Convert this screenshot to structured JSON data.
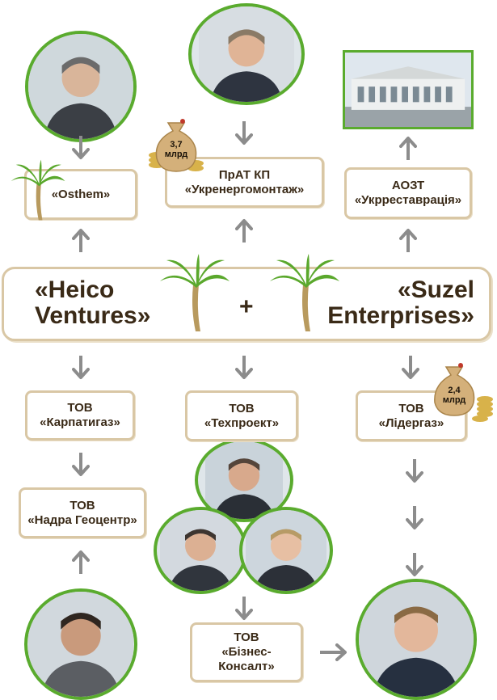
{
  "main_box": {
    "left_line1": "«Heico",
    "left_line2": "Ventures»",
    "plus": "+",
    "right_line1": "«Suzel",
    "right_line2": "Enterprises»"
  },
  "boxes": {
    "osthem": {
      "line1": "«Osthem»"
    },
    "ukrenergomontazh": {
      "line1": "ПрАТ КП",
      "line2": "«Укренергомонтаж»"
    },
    "ukrrestavratsiya": {
      "line1": "АОЗТ",
      "line2": "«Укрреставрація»"
    },
    "karpatygaz": {
      "line1": "ТОВ",
      "line2": "«Карпатигаз»"
    },
    "nadra": {
      "line1": "ТОВ",
      "line2": "«Надра Геоцентр»"
    },
    "tekhproekt": {
      "line1": "ТОВ",
      "line2": "«Техпроект»"
    },
    "lidergaz": {
      "line1": "ТОВ",
      "line2": "«Лідергаз»"
    },
    "biznes": {
      "line1": "ТОВ",
      "line2": "«Бізнес-",
      "line3": "Консалт»"
    }
  },
  "money_bags": {
    "bag1": {
      "line1": "3,7",
      "line2": "млрд"
    },
    "bag2": {
      "line1": "2,4",
      "line2": "млрд"
    }
  },
  "colors": {
    "box_border": "#d9c7a5",
    "text": "#3a2a17",
    "photo_ring": "#5aab2e",
    "arrow": "#8c8c8c"
  }
}
